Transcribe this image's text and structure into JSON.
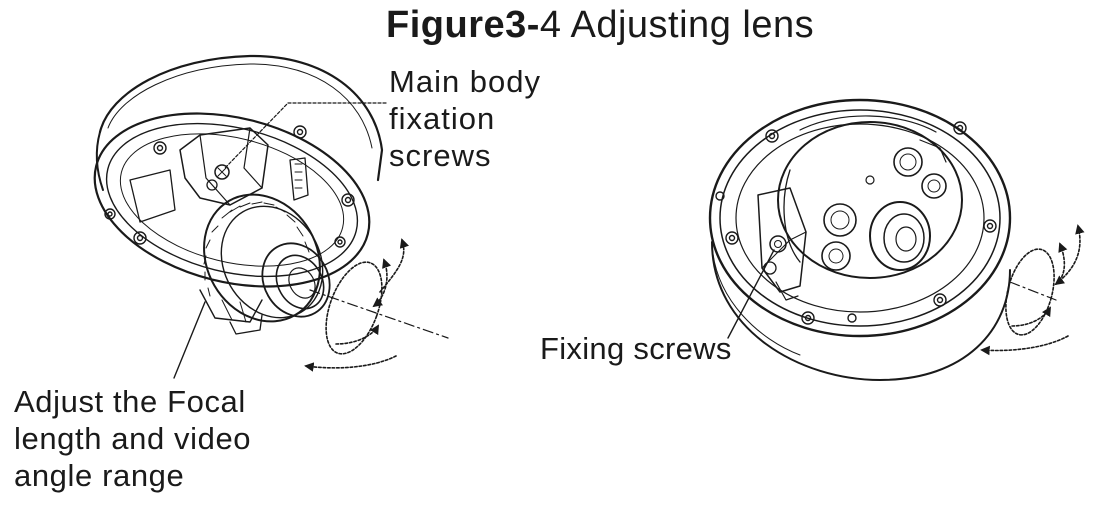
{
  "figure": {
    "title_bold": "Figure3-",
    "title_rest": "4 Adjusting lens"
  },
  "callouts": {
    "main_body": [
      "Main body",
      "fixation",
      "screws"
    ],
    "adjust": [
      "Adjust the Focal",
      "length and video",
      "angle range"
    ],
    "fixing": "Fixing screws"
  },
  "colors": {
    "ink": "#1a1a1a",
    "background": "#ffffff"
  },
  "illustrations": [
    "left-dome-camera-open-housing",
    "right-dome-camera-top-view"
  ]
}
